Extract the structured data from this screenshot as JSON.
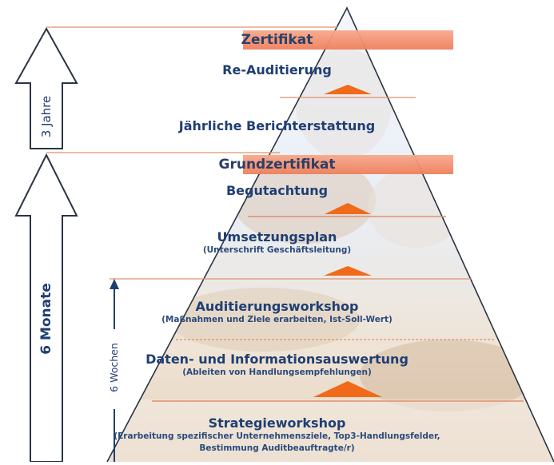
{
  "pyramid": {
    "levels": [
      {
        "id": "zertifikat",
        "title": "Zertifikat",
        "subtitle": ""
      },
      {
        "id": "re-auditierung",
        "title": "Re-Auditierung",
        "subtitle": ""
      },
      {
        "id": "berichterstattung",
        "title": "Jährliche Berichterstattung",
        "subtitle": ""
      },
      {
        "id": "grundzertifikat",
        "title": "Grundzertifikat",
        "subtitle": ""
      },
      {
        "id": "begutachtung",
        "title": "Begutachtung",
        "subtitle": ""
      },
      {
        "id": "umsetzungsplan",
        "title": "Umsetzungsplan",
        "subtitle": "(Unterschrift Geschäftsleitung)"
      },
      {
        "id": "auditierungsworkshop",
        "title": "Auditierungsworkshop",
        "subtitle": "(Maßnahmen und Ziele erarbeiten, Ist-Soll-Wert)"
      },
      {
        "id": "datenauswertung",
        "title": "Daten- und Informationsauswertung",
        "subtitle": "(Ableiten von Handlungsempfehlungen)"
      },
      {
        "id": "strategieworkshop",
        "title": "Strategieworkshop",
        "subtitle_line1": "(Erarbeitung spezifischer Unternehmensziele, Top3-Handlungsfelder,",
        "subtitle_line2": "Bestimmung Auditbeauftragte/r)"
      }
    ]
  },
  "timeline": {
    "three_years": "3 Jahre",
    "six_months": "6 Monate",
    "six_weeks": "6 Wochen"
  },
  "colors": {
    "text": "#1f3f73",
    "band": "#f08a6a",
    "arrow_marker": "#f06a1a",
    "line": "#e0906f",
    "outline": "#2a3442",
    "pyramid_top": "#f3f6fb",
    "pyramid_bottom": "#eadbc8"
  }
}
